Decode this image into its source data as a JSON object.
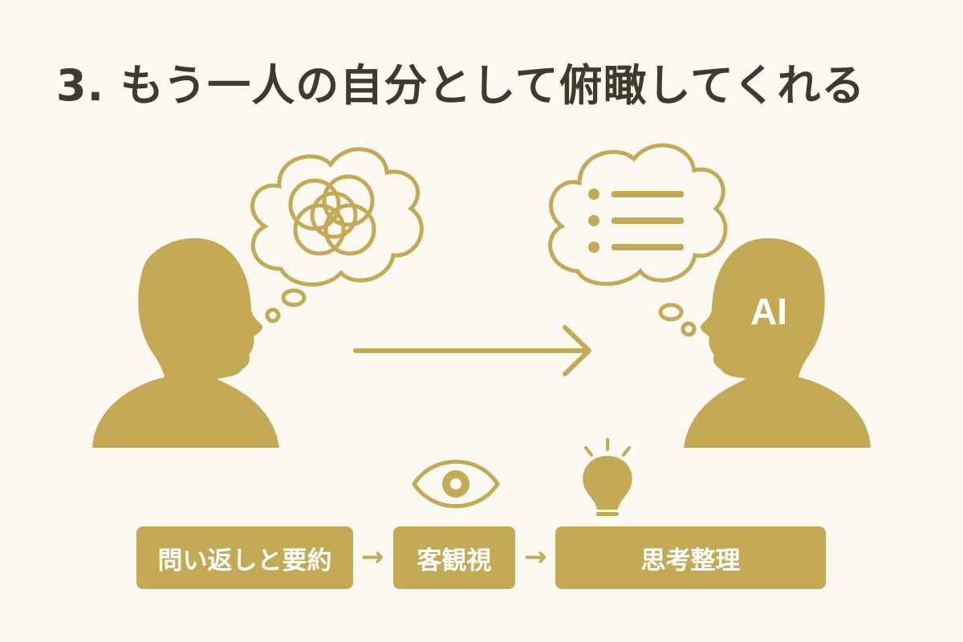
{
  "title": "3. もう一人の自分として俯瞰してくれる",
  "ai_label": "AI",
  "steps": [
    {
      "label": "問い返しと要約"
    },
    {
      "label": "客観視"
    },
    {
      "label": "思考整理"
    }
  ],
  "step_arrow": "→",
  "colors": {
    "accent": "#c4aa55",
    "text": "#3e3a2c",
    "background": "#fbf9f1"
  },
  "icons": [
    "human-head-icon",
    "thought-bubble-icon",
    "tangled-circles-icon",
    "list-icon",
    "ai-head-icon",
    "arrow-right-icon",
    "eye-icon",
    "lightbulb-icon"
  ]
}
